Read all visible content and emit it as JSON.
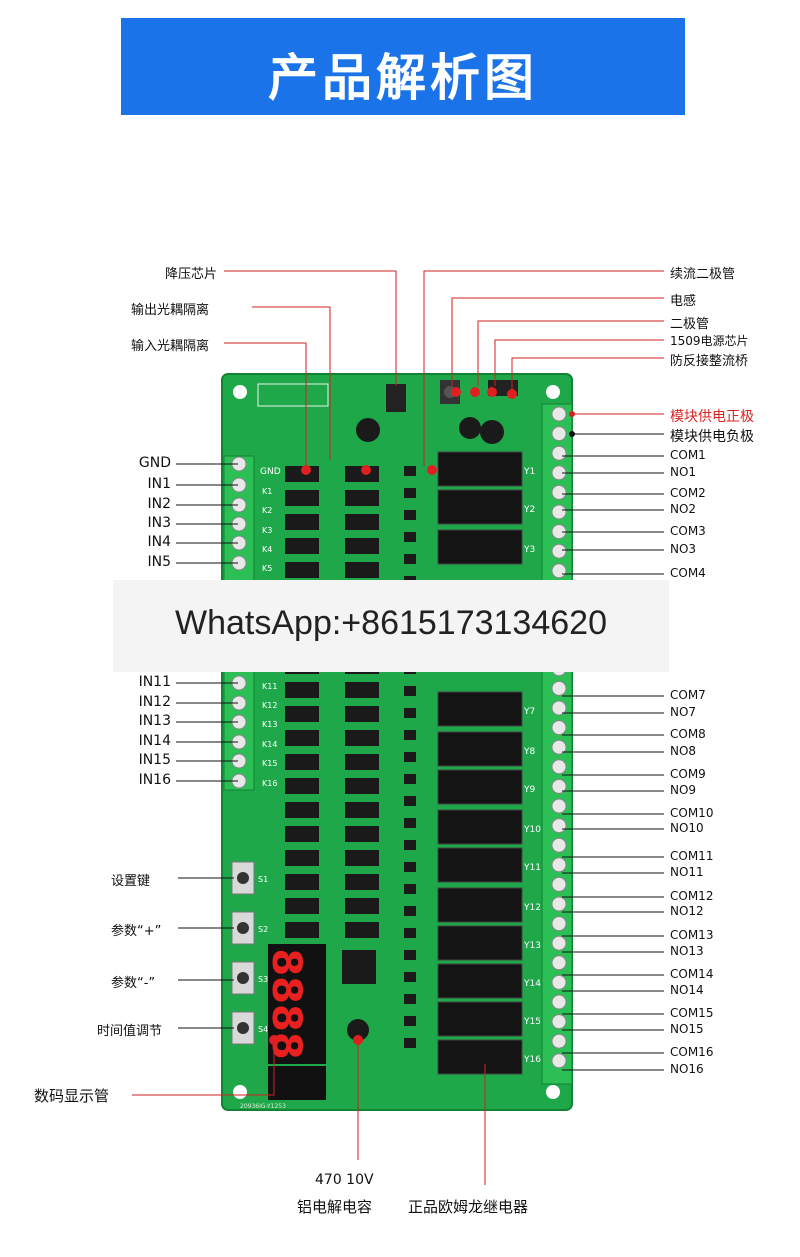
{
  "banner": {
    "title": "产品解析图"
  },
  "labels": {
    "buck_chip": "降压芯片",
    "output_optocoupler": "输出光耦隔离",
    "input_optocoupler": "输入光耦隔离",
    "freewheel_diode": "续流二极管",
    "inductor": "电感",
    "diode": "二极管",
    "power_chip": "1509电源芯片",
    "reverse_bridge": "防反接整流桥",
    "supply_positive": "模块供电正极",
    "supply_negative": "模块供电负极",
    "set_key": "设置键",
    "param_plus": "参数“+”",
    "param_minus": "参数“-”",
    "time_adjust": "时间值调节",
    "digital_display": "数码显示管",
    "capacitor_value": "470 10V",
    "capacitor_name": "铝电解电容",
    "relay_name": "正品欧姆龙继电器"
  },
  "inputs": [
    "GND",
    "IN1",
    "IN2",
    "IN3",
    "IN4",
    "IN5",
    "IN11",
    "IN12",
    "IN13",
    "IN14",
    "IN15",
    "IN16"
  ],
  "outputs": [
    "COM1",
    "NO1",
    "COM2",
    "NO2",
    "COM3",
    "NO3",
    "COM4",
    "COM7",
    "NO7",
    "COM8",
    "NO8",
    "COM9",
    "NO9",
    "COM10",
    "NO10",
    "COM11",
    "NO11",
    "COM12",
    "NO12",
    "COM13",
    "NO13",
    "COM14",
    "NO14",
    "COM15",
    "NO15",
    "COM16",
    "NO16"
  ],
  "board_text": {
    "gnd": "GND",
    "k_labels": [
      "K1",
      "K2",
      "K3",
      "K4",
      "K5",
      "K11",
      "K12",
      "K13",
      "K14",
      "K15",
      "K16"
    ],
    "switches": [
      "S1",
      "S2",
      "S3",
      "S4"
    ],
    "relay_tags": [
      "Y1",
      "Y2",
      "Y3",
      "Y7",
      "Y8",
      "Y9",
      "Y10",
      "Y11",
      "Y12",
      "Y13",
      "Y14",
      "Y15",
      "Y16"
    ],
    "pcb_code": "20936IG-Y1253",
    "display_digits": "8888"
  },
  "watermark": {
    "text": "WhatsApp:+8615173134620"
  },
  "colors": {
    "banner": "#1a73e8",
    "board": "#1fa84a",
    "terminal": "#2bbf55",
    "highlight": "#d22222"
  }
}
